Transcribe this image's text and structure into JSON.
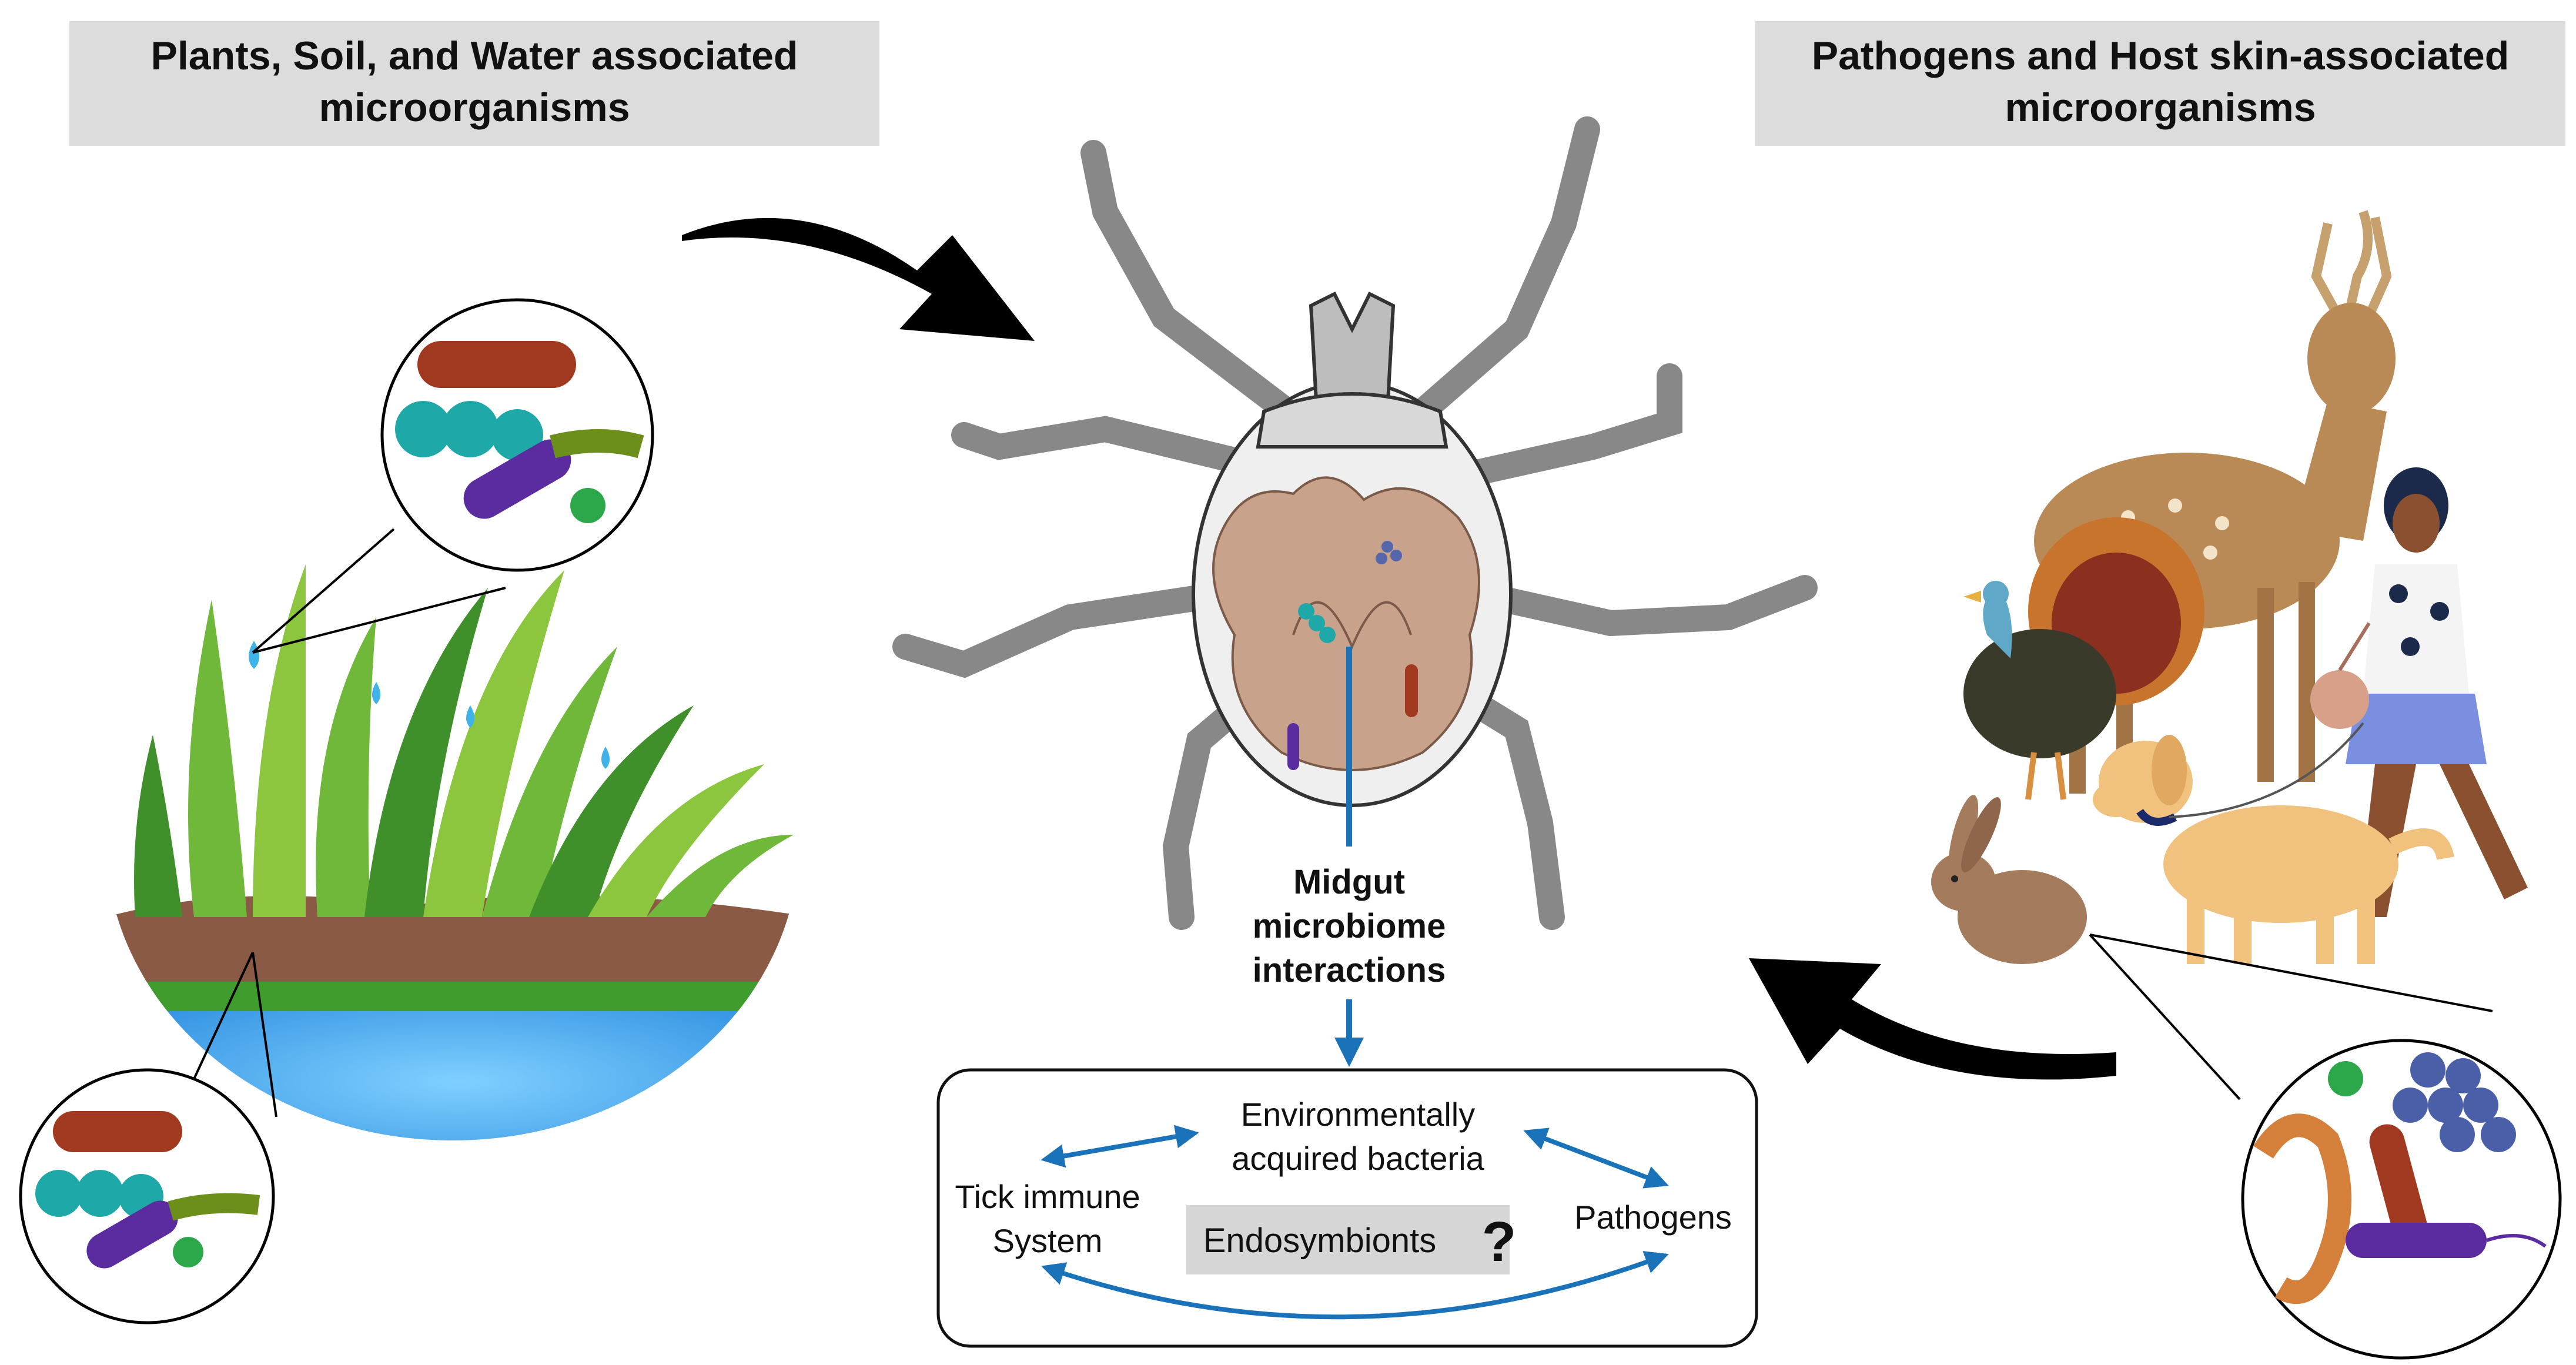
{
  "headers": {
    "left": {
      "line1": "Plants, Soil, and Water associated",
      "line2": "microorganisms"
    },
    "right": {
      "line1": "Pathogens and Host skin-associated",
      "line2": "microorganisms"
    }
  },
  "midgut": {
    "line1": "Midgut",
    "line2": "microbiome",
    "line3": "interactions"
  },
  "box": {
    "environmental": {
      "line1": "Environmentally",
      "line2": "acquired bacteria"
    },
    "immune": {
      "line1": "Tick immune",
      "line2": "System"
    },
    "pathogens": "Pathogens",
    "endosymbionts": "Endosymbionts",
    "question": "?"
  },
  "colors": {
    "header_bg": "#dcdcdc",
    "arrow_black": "#000000",
    "arrow_blue": "#1a73b8",
    "grass_light": "#8cc63f",
    "grass_dark": "#3f8f2a",
    "soil": "#8a5a44",
    "water": "#3fa9f5",
    "tick_gray": "#bdbdbd",
    "tick_gut": "#c9a28c",
    "deer": "#b98a55",
    "dog": "#f1c27d",
    "rabbit": "#a57b5d",
    "turkey": "#5b3a29"
  },
  "icons": [
    "grass-scene-icon",
    "microbe-magnifier-icon",
    "tick-icon",
    "deer-icon",
    "turkey-icon",
    "rabbit-icon",
    "dog-icon",
    "woman-icon"
  ]
}
